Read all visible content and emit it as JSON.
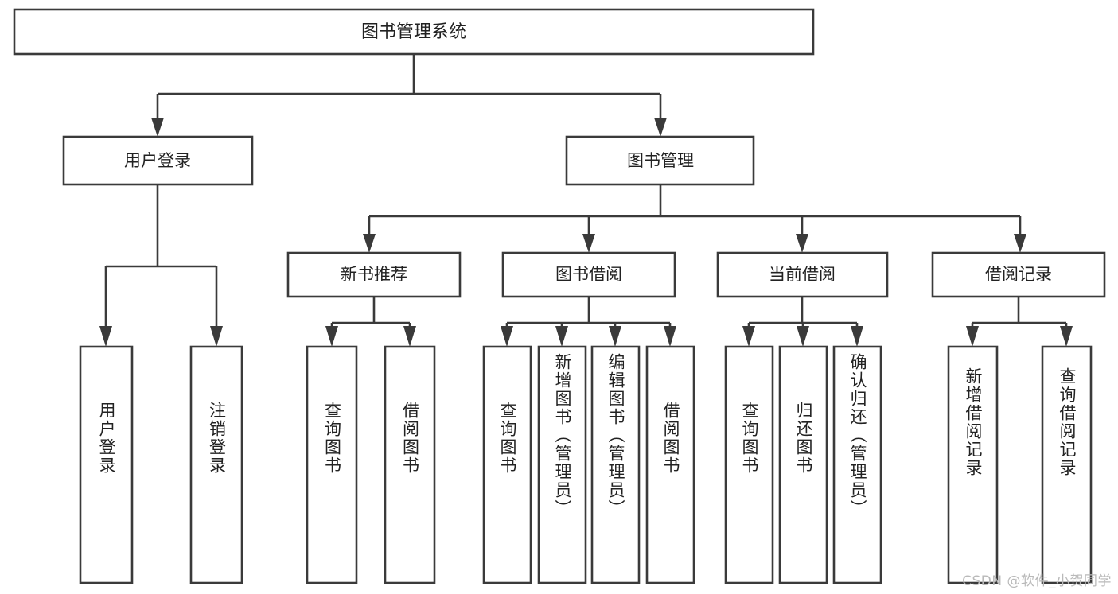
{
  "diagram": {
    "title": "图书管理系统",
    "type": "tree-hierarchy-chart",
    "root": {
      "label": "图书管理系统"
    },
    "level1": [
      {
        "label": "用户登录"
      },
      {
        "label": "图书管理"
      }
    ],
    "level2": [
      {
        "label": "新书推荐",
        "parent": "图书管理"
      },
      {
        "label": "图书借阅",
        "parent": "图书管理"
      },
      {
        "label": "当前借阅",
        "parent": "图书管理"
      },
      {
        "label": "借阅记录",
        "parent": "图书管理"
      }
    ],
    "leaves": {
      "user_login": [
        {
          "label": "用户登录"
        },
        {
          "label": "注销登录"
        }
      ],
      "new_book": [
        {
          "label": "查询图书"
        },
        {
          "label": "借阅图书"
        }
      ],
      "book_borrow": [
        {
          "label": "查询图书"
        },
        {
          "label": "新增图书（管理员）"
        },
        {
          "label": "编辑图书（管理员）"
        },
        {
          "label": "借阅图书"
        }
      ],
      "current_borrow": [
        {
          "label": "查询图书"
        },
        {
          "label": "归还图书"
        },
        {
          "label": "确认归还（管理员）"
        }
      ],
      "borrow_record": [
        {
          "label": "新增借阅记录"
        },
        {
          "label": "查询借阅记录"
        }
      ]
    },
    "watermark": "CSDN @软件_小贺同学",
    "colors": {
      "stroke": "#3a3a3a",
      "fill": "#ffffff",
      "text": "#222222",
      "watermark": "#b9b9b9"
    }
  }
}
